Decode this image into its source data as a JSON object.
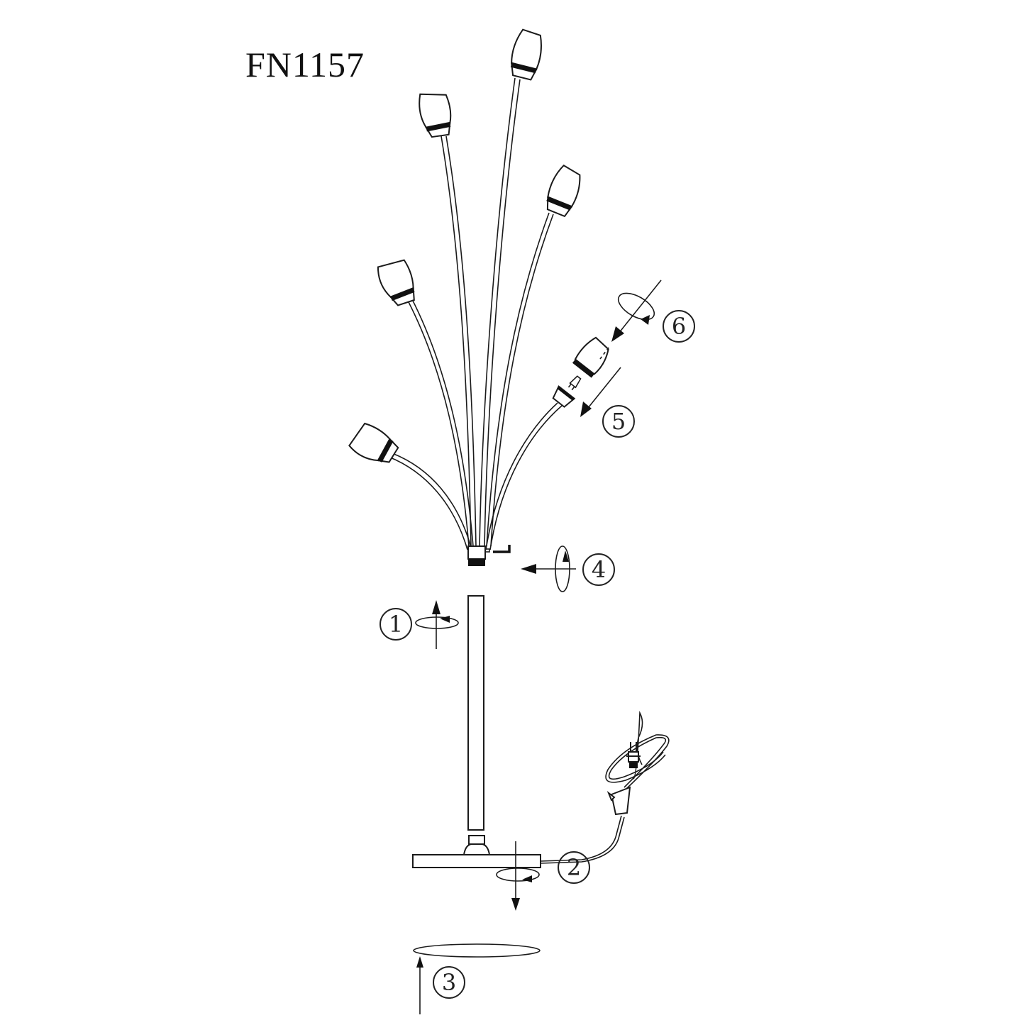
{
  "diagram": {
    "title": "FN1157",
    "subject": "Floor lamp assembly drawing",
    "colors": {
      "line": "#1a1a1a",
      "background": "#ffffff"
    },
    "steps": [
      {
        "number": "1",
        "glyph": "①",
        "description": "Screw pole section onto base connector (rotate up)"
      },
      {
        "number": "2",
        "glyph": "②",
        "description": "Insert pole into base and rotate to tighten"
      },
      {
        "number": "3",
        "glyph": "③",
        "description": "Attach felt pad to bottom of base"
      },
      {
        "number": "4",
        "glyph": "④",
        "description": "Fasten arm cluster to pole with set screw / hex key"
      },
      {
        "number": "5",
        "glyph": "⑤",
        "description": "Install bulb into socket"
      },
      {
        "number": "6",
        "glyph": "⑥",
        "description": "Screw glass shade onto socket"
      }
    ],
    "parts": {
      "shades": 6,
      "arms": 6,
      "pole": "pole",
      "base": "base",
      "felt_pad": "felt pad",
      "cord": "power cord with inline foot switch and plug",
      "hex_key": "hex key"
    }
  }
}
